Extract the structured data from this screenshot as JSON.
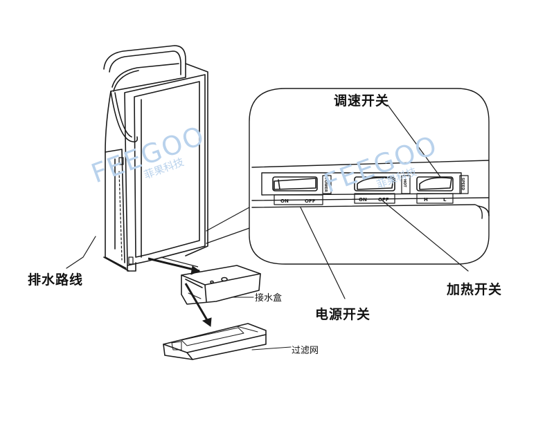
{
  "labels": {
    "speed_switch": "调速开关",
    "drain_route": "排水路线",
    "heat_switch": "加热开关",
    "power_switch": "电源开关",
    "water_tray": "接水盒",
    "filter_mesh": "过滤网"
  },
  "switch_panel": {
    "power_label": "POWER",
    "hot_label": "HOT",
    "speed_label": "SPEED",
    "power_on": "ON",
    "power_off": "OFF",
    "heat_on": "ON",
    "heat_off": "OFF",
    "speed_high": "H",
    "speed_low": "L"
  },
  "watermark": {
    "brand": "FEEGOO",
    "cn": "菲果科技"
  },
  "colors": {
    "line": "#1a1a1a",
    "watermark": "#b9d2ec",
    "background": "#ffffff"
  }
}
